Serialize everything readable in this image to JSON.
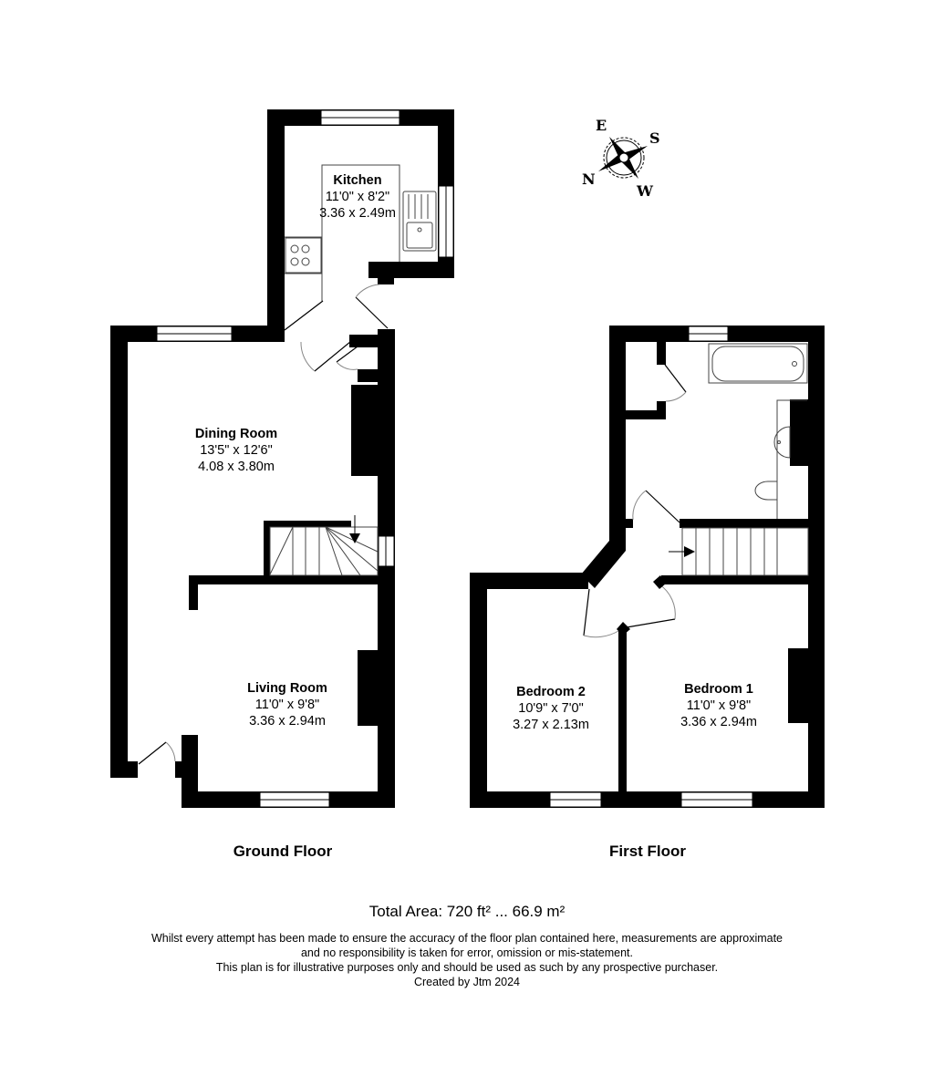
{
  "colors": {
    "wall": "#000000",
    "background": "#ffffff",
    "fixture_line": "#444444",
    "door_arc": "#888888"
  },
  "compass": {
    "north": "N",
    "east": "E",
    "south": "S",
    "west": "W",
    "icon": "compass-rose-icon"
  },
  "floors": [
    {
      "title": "Ground Floor",
      "rooms": [
        {
          "name": "Kitchen",
          "imperial": "11'0\" x 8'2\"",
          "metric": "3.36 x 2.49m"
        },
        {
          "name": "Dining Room",
          "imperial": "13'5\" x 12'6\"",
          "metric": "4.08 x 3.80m"
        },
        {
          "name": "Living Room",
          "imperial": "11'0\" x 9'8\"",
          "metric": "3.36 x 2.94m"
        }
      ]
    },
    {
      "title": "First Floor",
      "rooms": [
        {
          "name": "Bedroom 2",
          "imperial": "10'9\" x 7'0\"",
          "metric": "3.27 x 2.13m"
        },
        {
          "name": "Bedroom 1",
          "imperial": "11'0\" x 9'8\"",
          "metric": "3.36 x 2.94m"
        }
      ]
    }
  ],
  "footer": {
    "total_area": "Total Area: 720 ft² ... 66.9 m²",
    "disclaimer_lines": [
      "Whilst every attempt has been made to ensure the accuracy of the floor plan contained here, measurements are approximate",
      "and no responsibility is taken for error, omission or mis-statement.",
      "This plan is for illustrative purposes only and should be used as such by any prospective purchaser.",
      "Created by Jtm 2024"
    ]
  }
}
